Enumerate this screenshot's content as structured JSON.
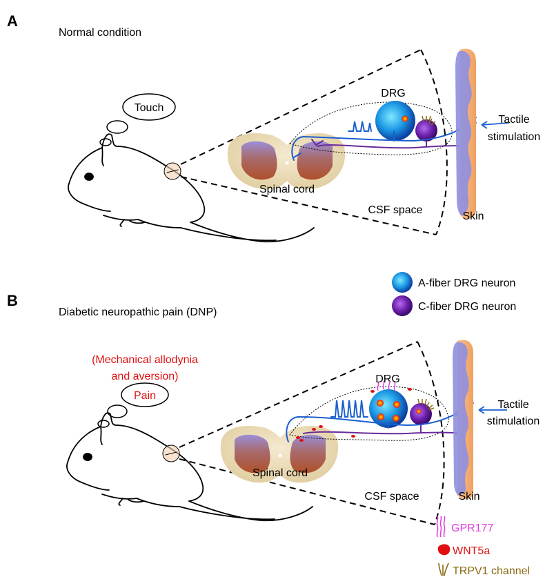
{
  "panel_a": {
    "letter": "A",
    "title": "Normal condition",
    "bubble_text": "Touch",
    "labels": {
      "drg": "DRG",
      "spinal_cord": "Spinal cord",
      "csf_space": "CSF space",
      "skin": "Skin",
      "tactile_1": "Tactile",
      "tactile_2": "stimulation"
    }
  },
  "panel_b": {
    "letter": "B",
    "title": "Diabetic neuropathic pain (DNP)",
    "red_line_1": "(Mechanical allodynia",
    "red_line_2": "and aversion)",
    "bubble_text": "Pain",
    "labels": {
      "drg": "DRG",
      "spinal_cord": "Spinal cord",
      "csf_space": "CSF space",
      "skin": "Skin",
      "tactile_1": "Tactile",
      "tactile_2": "stimulation"
    }
  },
  "legend_neurons": [
    {
      "label": "A-fiber DRG neuron",
      "color": "#1e90e6"
    },
    {
      "label": "C-fiber DRG neuron",
      "color": "#6a1fa8"
    }
  ],
  "legend_molecules": [
    {
      "label": "GPR177",
      "color": "#e040e0",
      "icon": "gpr177-receptor-icon"
    },
    {
      "label": "WNT5a",
      "color": "#e01010",
      "icon": "wnt5a-blob-icon"
    },
    {
      "label": "TRPV1 channel",
      "color": "#8a6a10",
      "icon": "trpv1-channel-icon"
    }
  ],
  "colors": {
    "red_text": "#e01010",
    "a_fiber": "#1a5fd0",
    "c_fiber": "#6a2a9a",
    "skin_fill": "#f4b07a",
    "skin_overlay": "#8f8fe0"
  }
}
